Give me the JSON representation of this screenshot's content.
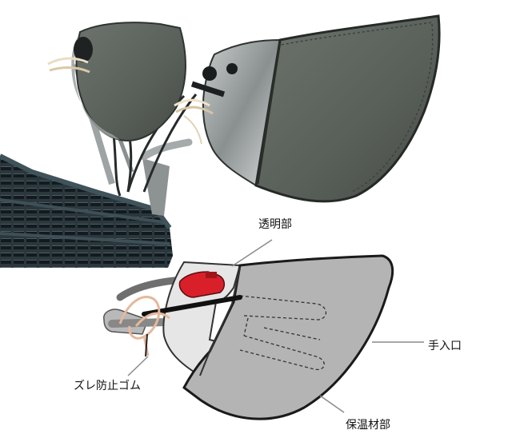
{
  "labels": {
    "clear_part": "透明部",
    "hand_entry": "手入口",
    "anti_slip_band": "ズレ防止ゴム",
    "insulation_part": "保温材部"
  },
  "colors": {
    "photo_cover": "#5b615b",
    "diagram_gray": "#b4b4b4",
    "diagram_light": "#e6e6e6",
    "strap_red": "#d9202a",
    "cord_peach": "#e6b89c",
    "basket": "#2d3a3f"
  },
  "icons": [
    "handlebar-cover-photo",
    "handlebar-cover-diagram"
  ]
}
